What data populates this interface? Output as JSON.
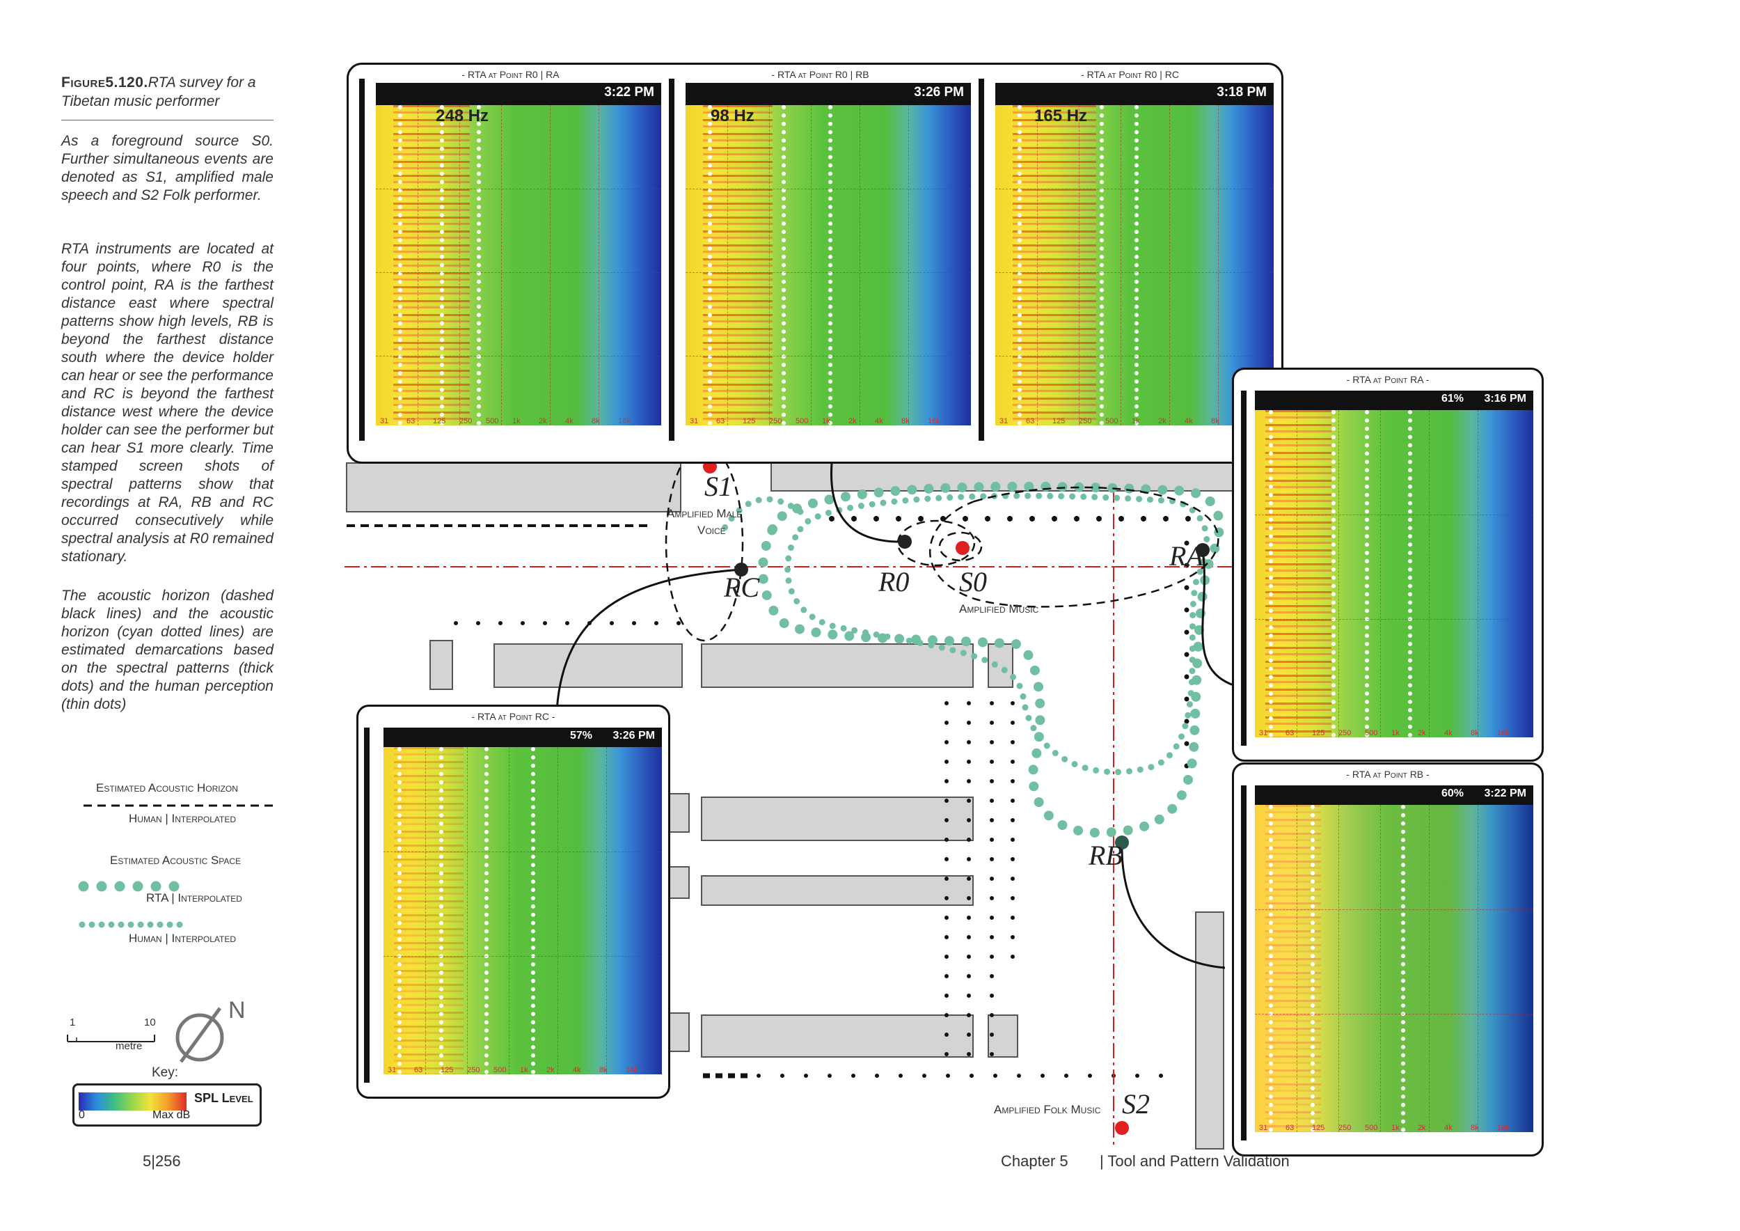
{
  "caption": {
    "figure_label": "Figure5.120.",
    "figure_title": "RTA survey for a Tibetan music performer",
    "para1": "As a foreground source S0. Further simultaneous events are denoted as S1, amplified male speech and S2 Folk performer.",
    "para2": "RTA instruments are located at four points, where R0 is the control point, RA is the farthest distance east where spectral patterns show high levels, RB is beyond the farthest distance south where the device holder can hear or see the performance and RC is beyond the farthest distance west where the device holder can see the performer but can hear S1 more clearly. Time stamped screen shots of spectral patterns show that recordings at RA, RB and RC occurred consecutively while spectral analysis at R0 remained stationary.",
    "para3": "The acoustic horizon (dashed black lines) and the acoustic horizon (cyan dotted lines) are estimated demarcations based on the spectral patterns (thick dots) and the human perception (thin dots)"
  },
  "legend": {
    "horizon_title": "Estimated Acoustic Horizon",
    "horizon_sub": "Human | Interpolated",
    "space_title": "Estimated Acoustic Space",
    "rta_sub": "RTA | Interpolated",
    "human_sub": "Human | Interpolated",
    "scale_1": "1",
    "scale_10": "10",
    "scale_unit": "metre",
    "north": "N",
    "key_title": "Key:",
    "key_spl": "SPL Level",
    "key_min": "0",
    "key_max": "Max dB"
  },
  "phones": {
    "r0_a": {
      "title": "- RTA at Point R0 | RA",
      "time": "3:22 PM",
      "freq": "248 Hz"
    },
    "r0_b": {
      "title": "- RTA at Point R0 | RB",
      "time": "3:26 PM",
      "freq": "98 Hz"
    },
    "r0_c": {
      "title": "- RTA at Point R0 | RC",
      "time": "3:18 PM",
      "freq": "165 Hz"
    },
    "ra": {
      "title": "- RTA at Point RA -",
      "time": "3:16 PM",
      "battery": "61%"
    },
    "rb": {
      "title": "- RTA at Point RB -",
      "time": "3:22 PM",
      "battery": "60%"
    },
    "rc": {
      "title": "- RTA at Point RC -",
      "time": "3:26 PM",
      "battery": "57%"
    }
  },
  "freq_ticks": [
    "31",
    "63",
    "125",
    "250",
    "500",
    "1k",
    "2k",
    "4k",
    "8k",
    "16k"
  ],
  "map": {
    "s1": "S1",
    "s1_label_1": "Amplified Male",
    "s1_label_2": "Voice",
    "s0": "S0",
    "s0_label": "Amplified Music",
    "s2": "S2",
    "s2_label": "Amplified Folk Music",
    "r0": "R0",
    "ra": "RA",
    "rb": "RB",
    "rc": "RC"
  },
  "colors": {
    "acoustic_space": "#6fbfa0",
    "axis_line": "#d42020",
    "source_dot": "#e02020",
    "building": "#d4d4d4"
  },
  "footer": {
    "page": "5|256",
    "chapter": "Chapter 5",
    "section": "| Tool and Pattern Validation"
  }
}
